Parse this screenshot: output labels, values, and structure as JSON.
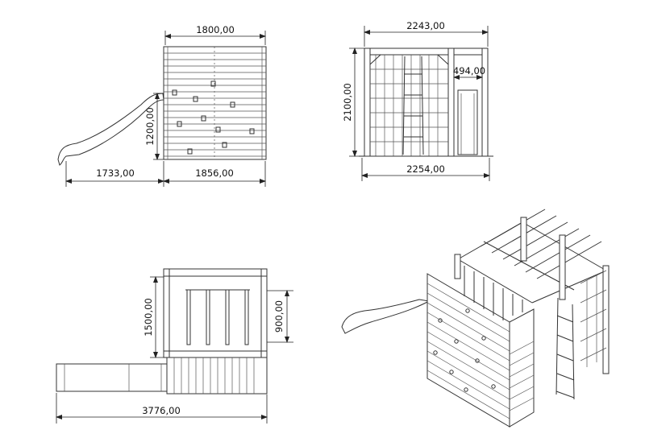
{
  "views": {
    "side": {
      "dim_top": "1800,00",
      "dim_height": "1200,00",
      "dim_bottom_left": "1733,00",
      "dim_bottom_right": "1856,00"
    },
    "front": {
      "dim_top": "2243,00",
      "dim_inner": "494,00",
      "dim_height": "2100,00",
      "dim_bottom": "2254,00"
    },
    "plan": {
      "dim_depth": "1500,00",
      "dim_inner": "900,00",
      "dim_total": "3776,00"
    }
  }
}
